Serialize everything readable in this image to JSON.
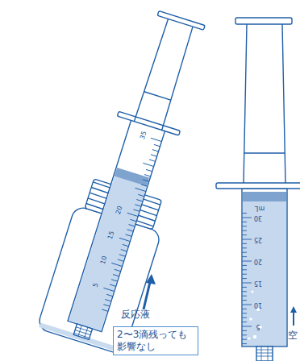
{
  "diagram": {
    "nodes": [
      {
        "text": [
          "2〜3滴残っても 影響なし"
        ]
      }
    ],
    "labels": [
      "反応液",
      "空",
      "5",
      "10",
      "15",
      "20",
      "35",
      "5",
      "10",
      "15",
      "20",
      "25",
      "30",
      "mL"
    ]
  }
}
